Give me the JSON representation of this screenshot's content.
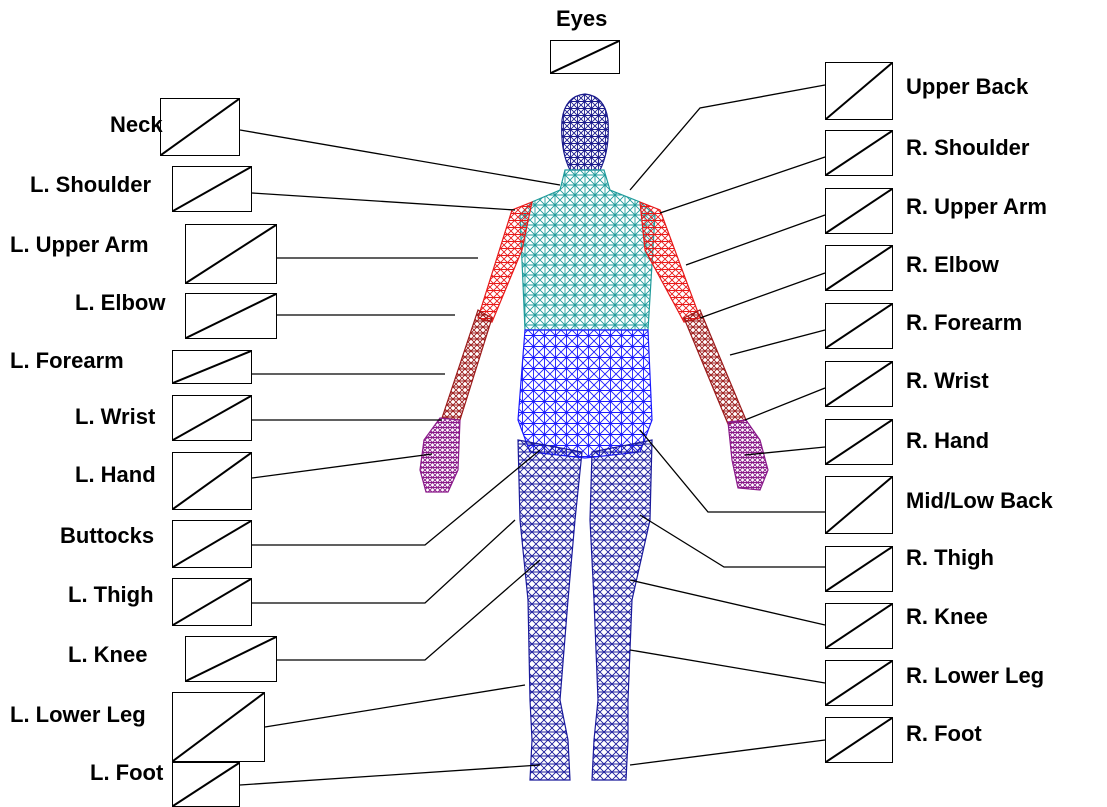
{
  "colors": {
    "head": "#1a1a8c",
    "torso": "#1f9b9b",
    "shoulder": "#e81a1a",
    "forearm": "#9b1a1a",
    "hand": "#8a1a8a",
    "pelvis": "#1a1aff",
    "legs": "#1a1a9b",
    "line": "#000000"
  },
  "labels": {
    "eyes": "Eyes",
    "neck": "Neck",
    "l_shoulder": "L. Shoulder",
    "l_upper_arm": "L. Upper Arm",
    "l_elbow": "L. Elbow",
    "l_forearm": "L. Forearm",
    "l_wrist": "L. Wrist",
    "l_hand": "L. Hand",
    "buttocks": "Buttocks",
    "l_thigh": "L. Thigh",
    "l_knee": "L. Knee",
    "l_lower_leg": "L. Lower Leg",
    "l_foot": "L. Foot",
    "upper_back": "Upper Back",
    "r_shoulder": "R. Shoulder",
    "r_upper_arm": "R. Upper Arm",
    "r_elbow": "R. Elbow",
    "r_forearm": "R. Forearm",
    "r_wrist": "R. Wrist",
    "r_hand": "R. Hand",
    "mid_low_back": "Mid/Low Back",
    "r_thigh": "R. Thigh",
    "r_knee": "R. Knee",
    "r_lower_leg": "R. Lower Leg",
    "r_foot": "R. Foot"
  }
}
